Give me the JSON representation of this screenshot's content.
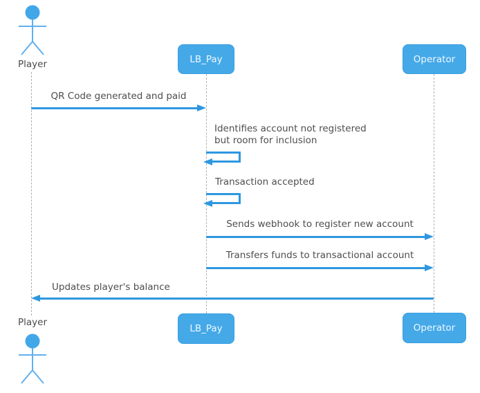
{
  "diagram": {
    "type": "sequence-diagram",
    "participants": [
      {
        "id": "player",
        "label": "Player",
        "kind": "actor"
      },
      {
        "id": "lb_pay",
        "label": "LB_Pay",
        "kind": "participant"
      },
      {
        "id": "operator",
        "label": "Operator",
        "kind": "participant"
      }
    ],
    "messages": [
      {
        "from": "Player",
        "to": "LB_Pay",
        "kind": "arrow-right",
        "label": "QR Code generated and paid"
      },
      {
        "from": "LB_Pay",
        "to": "LB_Pay",
        "kind": "self",
        "label": "Identifies account not registered\nbut room for inclusion"
      },
      {
        "from": "LB_Pay",
        "to": "LB_Pay",
        "kind": "self",
        "label": "Transaction accepted"
      },
      {
        "from": "LB_Pay",
        "to": "Operator",
        "kind": "arrow-right",
        "label": "Sends webhook to register new account"
      },
      {
        "from": "LB_Pay",
        "to": "Operator",
        "kind": "arrow-right",
        "label": "Transfers funds to transactional account"
      },
      {
        "from": "Operator",
        "to": "Player",
        "kind": "arrow-left",
        "label": "Updates player's balance"
      }
    ],
    "colors": {
      "participant_fill": "#45a9e8",
      "arrow": "#2e97e0",
      "lifeline": "#aeaeae",
      "text": "#4d4d4d",
      "participant_text": "#ffffff"
    }
  }
}
